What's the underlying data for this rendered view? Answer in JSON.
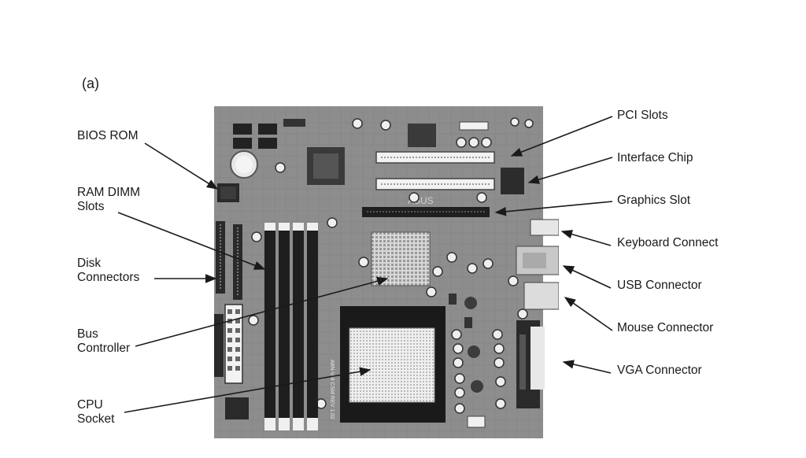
{
  "figure": {
    "panel_label": "(a)"
  },
  "labels": {
    "left": {
      "bios_rom": "BIOS ROM",
      "ram_line1": "RAM DIMM",
      "ram_line2": "Slots",
      "disk_line1": "Disk",
      "disk_line2": "Connectors",
      "bus_line1": "Bus",
      "bus_line2": "Controller",
      "cpu_line1": "CPU",
      "cpu_line2": "Socket"
    },
    "right": {
      "pci_slots": "PCI Slots",
      "interface_chip": "Interface Chip",
      "graphics_slot": "Graphics Slot",
      "keyboard_connect": "Keyboard Connect",
      "usb_connector": "USB Connector",
      "mouse_connector": "Mouse Connector",
      "vga_connector": "VGA Connector"
    }
  },
  "board_silkscreen": {
    "brand": "ASUS",
    "model_text": "A8N-VM CSM REV 1.02"
  }
}
